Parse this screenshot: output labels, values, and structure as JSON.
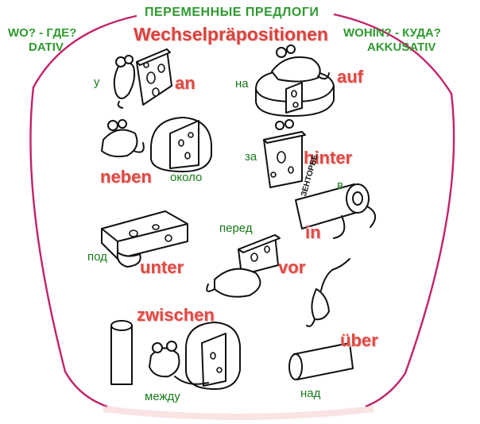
{
  "header": {
    "title_ru": "ПЕРЕМЕННЫЕ ПРЕДЛОГИ",
    "title_de": "Wechselpräpositionen",
    "left_question": "WO? - ГДЕ?",
    "left_case": "DATIV",
    "right_question": "WOHIN? - КУДА?",
    "right_case": "AKKUSATIV"
  },
  "prepositions": {
    "an": {
      "de": "an",
      "ru": "у"
    },
    "auf": {
      "de": "auf",
      "ru": "на"
    },
    "neben": {
      "de": "neben",
      "ru": "около"
    },
    "hinter": {
      "de": "hinter",
      "ru": "за"
    },
    "in": {
      "de": "in",
      "ru": "в"
    },
    "unter": {
      "de": "unter",
      "ru": "под"
    },
    "vor": {
      "de": "vor",
      "ru": "перед"
    },
    "zwischen": {
      "de": "zwischen",
      "ru": "между"
    },
    "ueber": {
      "de": "über",
      "ru": "над"
    }
  },
  "can_label": "ЗЕНТОРБЕ",
  "colors": {
    "green": "#2f9a2f",
    "red": "#d9433f",
    "arc": "#c2236a"
  }
}
